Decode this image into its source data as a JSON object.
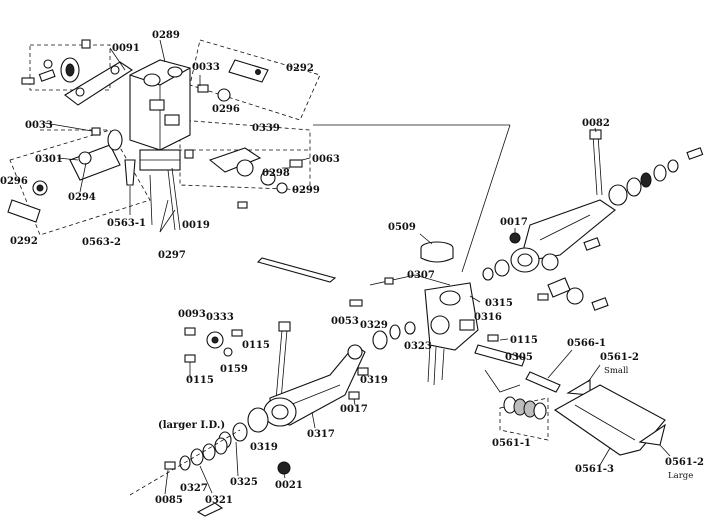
{
  "labels": {
    "p0091": "0091",
    "p0289": "0289",
    "p0033a": "0033",
    "p0292a": "0292",
    "p0296a": "0296",
    "p0033b": "0033",
    "p0339": "0339",
    "p0063": "0063",
    "p0301": "0301",
    "p0298": "0298",
    "p0296b": "0296",
    "p0294": "0294",
    "p0299": "0299",
    "p0292b": "0292",
    "p0563_1": "0563-1",
    "p0019": "0019",
    "p0563_2": "0563-2",
    "p0297": "0297",
    "p0082": "0082",
    "p0017a": "0017",
    "p0509": "0509",
    "p0307": "0307",
    "p0315": "0315",
    "p0316": "0316",
    "p0053": "0053",
    "p0329": "0329",
    "p0323": "0323",
    "p0115a": "0115",
    "p0093": "0093",
    "p0333": "0333",
    "p0115b": "0115",
    "p0115c": "0115",
    "p0159": "0159",
    "p0305": "0305",
    "p0566_1": "0566-1",
    "p0561_2a": "0561-2",
    "small": "Small",
    "p0319a": "0319",
    "p0017b": "0017",
    "larger_id": "(larger I.D.)",
    "p0317": "0317",
    "p0319b": "0319",
    "p0561_1": "0561-1",
    "p0561_3": "0561-3",
    "p0561_2b": "0561-2",
    "large": "Large",
    "p0327": "0327",
    "p0325": "0325",
    "p0021": "0021",
    "p0085": "0085",
    "p0321": "0321"
  }
}
